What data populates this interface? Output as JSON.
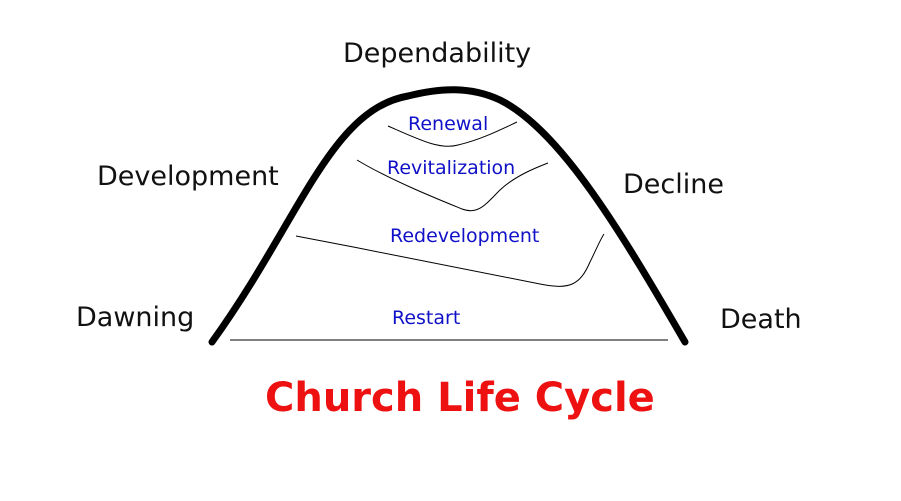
{
  "diagram": {
    "title": "Church Life Cycle",
    "stage_labels": {
      "dependability": "Dependability",
      "development": "Development",
      "decline": "Decline",
      "dawning": "Dawning",
      "death": "Death"
    },
    "intervention_labels": {
      "renewal": "Renewal",
      "revitalization": "Revitalization",
      "redevelopment": "Redevelopment",
      "restart": "Restart"
    },
    "colors": {
      "curve": "#000000",
      "stage_text": "#111111",
      "intervention_text": "#1010c8",
      "title": "#ee1111"
    }
  }
}
